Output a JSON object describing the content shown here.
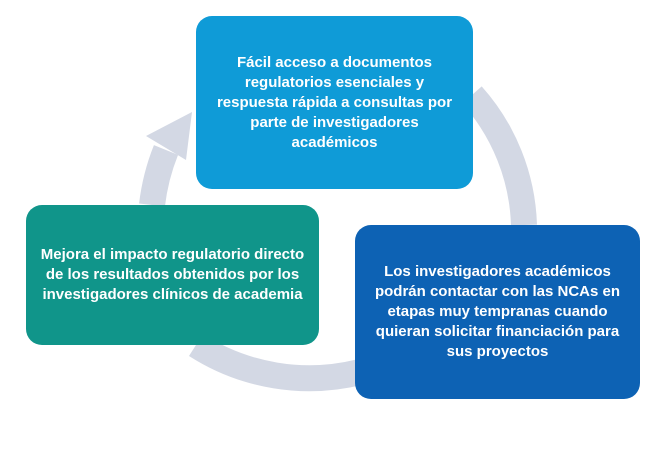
{
  "diagram": {
    "boxes": {
      "top": {
        "text": "Fácil acceso a documentos regulatorios esenciales y respuesta rápida a consultas por parte de investigadores académicos",
        "color": "#0f9bd7"
      },
      "right": {
        "text": "Los investigadores académicos podrán contactar con las NCAs en etapas muy tempranas cuando quieran solicitar financiación para sus proyectos",
        "color": "#0d62b4"
      },
      "left": {
        "text": "Mejora el impacto regulatorio directo de los resultados obtenidos por los investigadores clínicos de academia",
        "color": "#10958a"
      }
    },
    "cycle_arrow_color": "#d3d8e4",
    "cycle_direction": "clockwise"
  }
}
